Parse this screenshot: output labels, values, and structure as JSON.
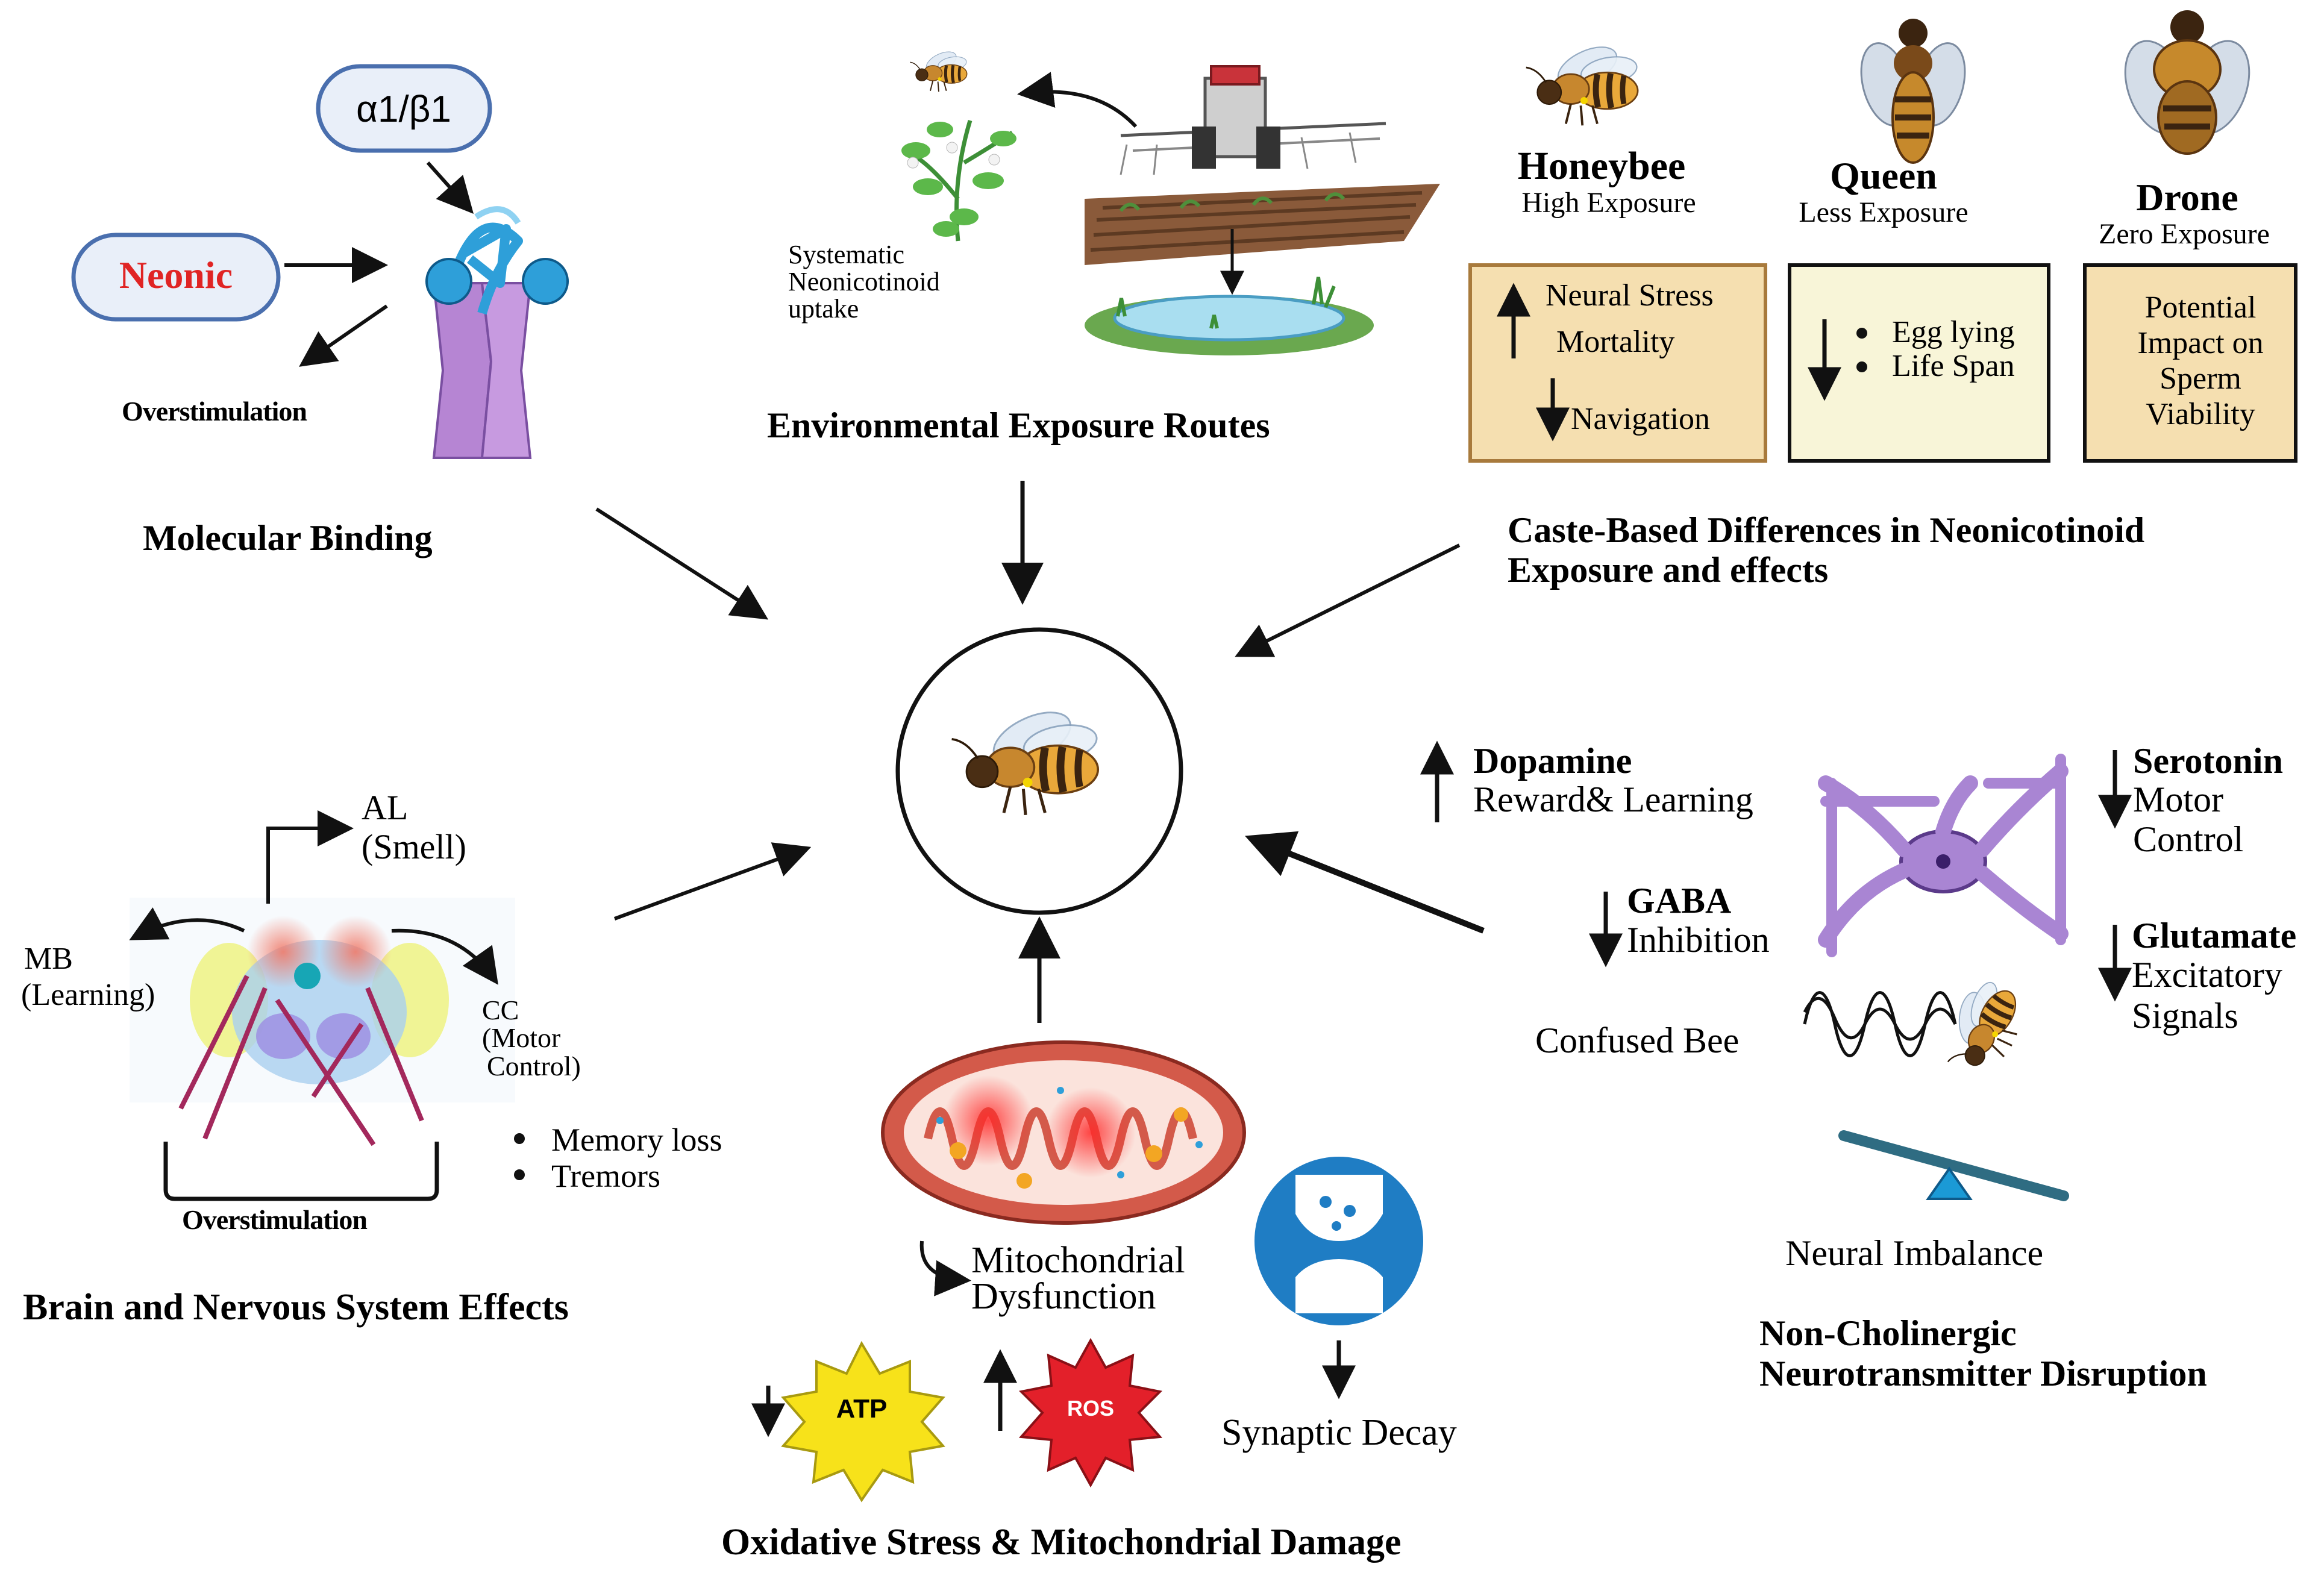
{
  "colors": {
    "neonic_red": "#e02424",
    "pill_fill": "#e9eff9",
    "pill_stroke": "#4a6fae",
    "receptor_purple": "#b685d3",
    "receptor_blue": "#2e9fd9",
    "box_tan": "#f5dfb0",
    "box_cream": "#f8f5d8",
    "box_stroke": "#a87a3c",
    "neuron_purple": "#a985d3",
    "synapse_blue": "#1f7dc4",
    "atp_yellow": "#f7e21a",
    "ros_red": "#e3202a",
    "mito_red": "#d35a4a",
    "tract_magenta": "#a3285c"
  },
  "molecular_binding": {
    "receptor_label": "α1/β1",
    "neonic_label": "Neonic",
    "overstim_label": "Overstimulation",
    "title": "Molecular Binding",
    "icon": "nicotinic-receptor-icon"
  },
  "environmental": {
    "uptake_line1": "Systematic",
    "uptake_line2": "Neonicotinoid",
    "uptake_line3": "uptake",
    "title": "Environmental Exposure Routes",
    "icons": [
      "flowering-plant-icon",
      "tractor-sprayer-icon",
      "pond-icon"
    ]
  },
  "caste": {
    "honeybee": {
      "name": "Honeybee",
      "exposure": "High  Exposure",
      "effects": [
        "Neural Stress",
        "Mortality",
        "Navigation"
      ]
    },
    "queen": {
      "name": "Queen",
      "exposure": "Less Exposure",
      "effects": [
        "Egg lying",
        "Life Span"
      ]
    },
    "drone": {
      "name": "Drone",
      "exposure": "Zero Exposure",
      "effects": [
        "Potential",
        "Impact on",
        "Sperm",
        "Viability"
      ]
    },
    "title_line1": "Caste-Based Differences in Neonicotinoid",
    "title_line2": "Exposure and effects"
  },
  "center": {
    "icon": "honeybee-icon"
  },
  "brain": {
    "al": "AL",
    "al_sub": "(Smell)",
    "mb": "MB",
    "mb_sub": "(Learning)",
    "cc": "CC",
    "cc_sub1": "(Motor",
    "cc_sub2": "Control)",
    "overstim": "Overstimulation",
    "bullets": [
      "Memory loss",
      "Tremors"
    ],
    "title": "Brain and Nervous System Effects"
  },
  "oxidative": {
    "mito_line1": "Mitochondrial",
    "mito_line2": "Dysfunction",
    "atp": "ATP",
    "ros": "ROS",
    "synaptic": "Synaptic Decay",
    "title": "Oxidative Stress & Mitochondrial Damage"
  },
  "neuro": {
    "dopamine": "Dopamine",
    "dopamine_sub": "Reward& Learning",
    "serotonin": "Serotonin",
    "serotonin_sub1": "Motor",
    "serotonin_sub2": "Control",
    "gaba": "GABA",
    "gaba_sub": "Inhibition",
    "glutamate": "Glutamate",
    "glutamate_sub1": "Excitatory",
    "glutamate_sub2": "Signals",
    "confused": "Confused Bee",
    "imbalance": "Neural Imbalance",
    "title_line1": "Non-Cholinergic",
    "title_line2": "Neurotransmitter Disruption"
  }
}
